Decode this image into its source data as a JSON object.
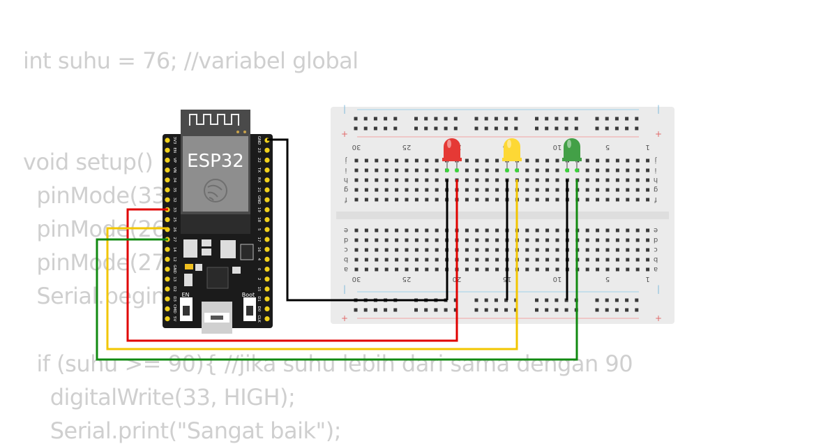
{
  "code_lines": [
    "int suhu = 76; //variabel global",
    "",
    "",
    "void setup() {",
    "  pinMode(33",
    "  pinMode(26",
    "  pinMode(27",
    "  Serial.begin(",
    "",
    "  if (suhu >= 90){ //jika suhu lebih dari sama dengan 90",
    "    digitalWrite(33, HIGH);",
    "    Serial.print(\"Sangat baik\");"
  ],
  "esp32": {
    "label": "ESP32",
    "en_label": "EN",
    "boot_label": "Boot",
    "left_pins": [
      "3V3",
      "EN",
      "VP",
      "VN",
      "34",
      "35",
      "32",
      "33",
      "25",
      "26",
      "27",
      "14",
      "12",
      "GND",
      "13",
      "D2",
      "D3",
      "CMD",
      "5V"
    ],
    "right_pins": [
      "GND",
      "23",
      "22",
      "TX",
      "RX",
      "21",
      "GND",
      "19",
      "18",
      "5",
      "17",
      "16",
      "4",
      "0",
      "2",
      "15",
      "D1",
      "D0",
      "CLK"
    ]
  },
  "breadboard": {
    "col_numbers": [
      "30",
      "25",
      "20",
      "15",
      "10",
      "5",
      "1"
    ],
    "row_letters_top": [
      "j",
      "i",
      "h",
      "g",
      "f"
    ],
    "row_letters_bottom": [
      "e",
      "d",
      "c",
      "b",
      "a"
    ]
  },
  "leds": [
    {
      "name": "red",
      "color": "#e53935"
    },
    {
      "name": "yellow",
      "color": "#fdd835"
    },
    {
      "name": "green",
      "color": "#43a047"
    }
  ],
  "wire_colors": {
    "gnd": "#000000",
    "red": "#e00000",
    "yellow": "#f2c600",
    "green": "#118a11"
  }
}
